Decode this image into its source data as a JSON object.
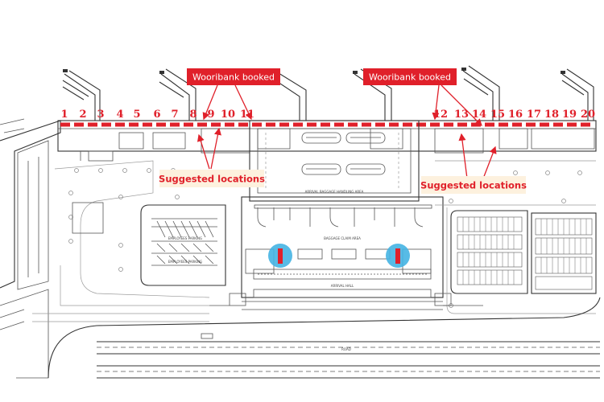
{
  "gates": [
    "1",
    "2",
    "3",
    "4",
    "5",
    "6",
    "7",
    "8",
    "9",
    "10",
    "11",
    "12",
    "13",
    "14",
    "15",
    "16",
    "17",
    "18",
    "19",
    "20"
  ],
  "booked_label_left": "Wooribank booked",
  "booked_label_right": "Wooribank booked",
  "suggested_label_left": "Suggested locations",
  "suggested_label_right": "Suggested locations",
  "plan_labels": {
    "baggage_handling": "ARRIVAL BAGGAGE HANDLING AREA",
    "claim_area": "BAGGAGE CLAIM AREA",
    "arrival_hall": "ARRIVAL HALL",
    "employees_parking": "EMPLOYEES PARKING",
    "road": "ROAD"
  },
  "colors": {
    "accent_red": "#e0202a",
    "suggestion_bg": "#fdf1de",
    "highlight_blue": "#45b4e3"
  }
}
